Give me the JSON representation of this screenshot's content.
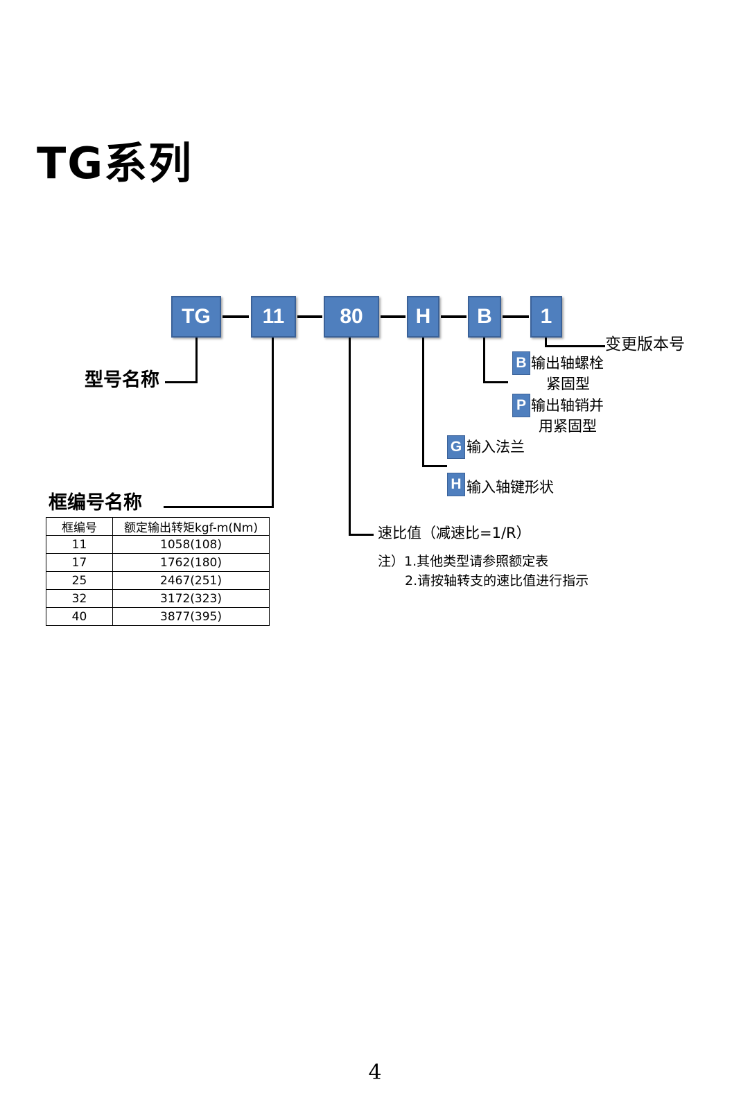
{
  "title": "TG系列",
  "code_boxes": [
    "TG",
    "11",
    "80",
    "H",
    "B",
    "1"
  ],
  "labels": {
    "model_name": "型号名称",
    "frame_name": "框编号名称",
    "version": "变更版本号",
    "ratio": "速比值（减速比=1/R）"
  },
  "output_options": [
    {
      "code": "B",
      "lines": [
        "输出轴螺栓",
        "紧固型"
      ]
    },
    {
      "code": "P",
      "lines": [
        "输出轴销并",
        "用紧固型"
      ]
    }
  ],
  "input_options": [
    {
      "code": "G",
      "text": "输入法兰"
    },
    {
      "code": "H",
      "text": "输入轴键形状"
    }
  ],
  "frame_table": {
    "headers": [
      "框编号",
      "额定输出转矩kgf-m(Nm)"
    ],
    "rows": [
      [
        "11",
        "1058(108)"
      ],
      [
        "17",
        "1762(180)"
      ],
      [
        "25",
        "2467(251)"
      ],
      [
        "32",
        "3172(323)"
      ],
      [
        "40",
        "3877(395)"
      ]
    ]
  },
  "notes": {
    "prefix": "注）",
    "items": [
      "1.其他类型请参照额定表",
      "2.请按轴转支的速比值进行指示"
    ]
  },
  "page_number": "4",
  "colors": {
    "box_fill": "#4f7fbe",
    "box_border": "#3a6198"
  }
}
